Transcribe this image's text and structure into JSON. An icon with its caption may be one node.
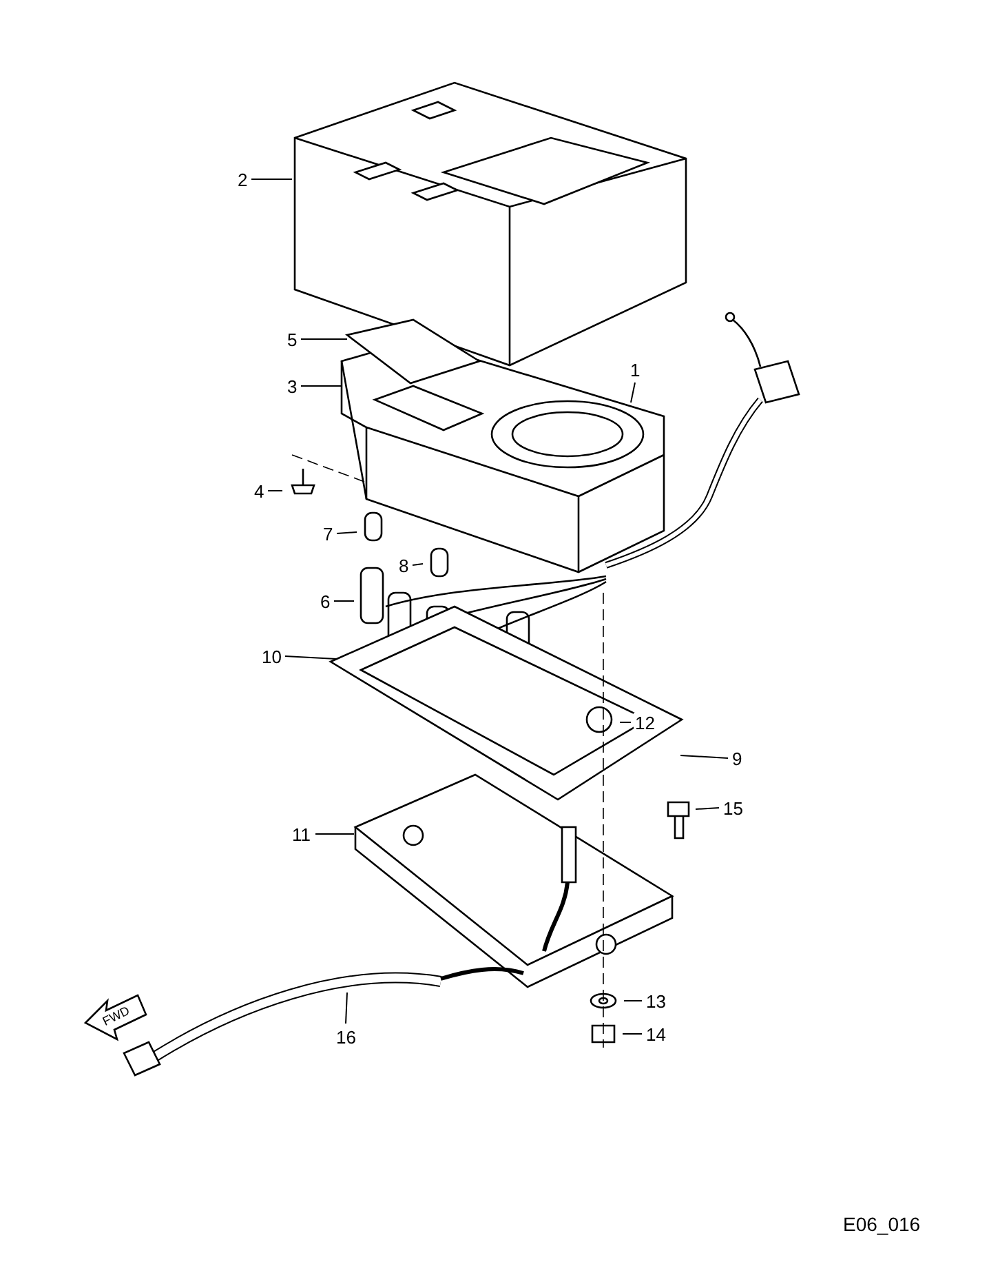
{
  "diagram": {
    "nodes": [
      {
        "text": [
          "2"
        ]
      },
      {
        "text": [
          "5"
        ]
      },
      {
        "text": [
          "3"
        ]
      },
      {
        "text": [
          "1"
        ]
      },
      {
        "text": [
          "4"
        ]
      },
      {
        "text": [
          "7"
        ]
      },
      {
        "text": [
          "8"
        ]
      },
      {
        "text": [
          "6"
        ]
      },
      {
        "text": [
          "10"
        ]
      },
      {
        "text": [
          "12"
        ]
      },
      {
        "text": [
          "9"
        ]
      },
      {
        "text": [
          "15"
        ]
      },
      {
        "text": [
          "11"
        ]
      },
      {
        "text": [
          "13"
        ]
      },
      {
        "text": [
          "14"
        ]
      },
      {
        "text": [
          "16"
        ]
      }
    ],
    "edges": [
      {
        "from": 0,
        "to": null,
        "arrow": "none"
      },
      {
        "from": 1,
        "to": null,
        "arrow": "none"
      },
      {
        "from": 2,
        "to": null,
        "arrow": "none"
      },
      {
        "from": 3,
        "to": null,
        "arrow": "none"
      },
      {
        "from": 4,
        "to": null,
        "arrow": "none"
      },
      {
        "from": 5,
        "to": null,
        "arrow": "none"
      },
      {
        "from": 6,
        "to": null,
        "arrow": "none"
      },
      {
        "from": 7,
        "to": null,
        "arrow": "none"
      },
      {
        "from": 8,
        "to": null,
        "arrow": "none"
      },
      {
        "from": 9,
        "to": null,
        "arrow": "none"
      },
      {
        "from": 10,
        "to": null,
        "arrow": "none"
      },
      {
        "from": 11,
        "to": null,
        "arrow": "none"
      },
      {
        "from": 12,
        "to": null,
        "arrow": "none"
      },
      {
        "from": 13,
        "to": null,
        "arrow": "none"
      },
      {
        "from": 14,
        "to": null,
        "arrow": "none"
      },
      {
        "from": 15,
        "to": null,
        "arrow": "none"
      }
    ],
    "labels": [
      "FWD",
      "E06_016"
    ]
  }
}
